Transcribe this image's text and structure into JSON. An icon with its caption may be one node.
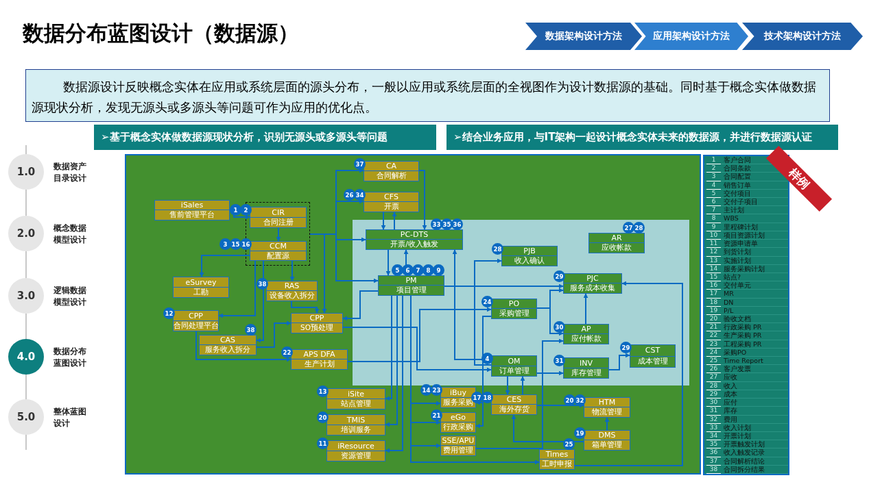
{
  "diagram": {
    "title": "数据分布蓝图设计（数据源）",
    "nodes": [
      {
        "text": [
          "数据架构设计方法"
        ]
      },
      {
        "text": [
          "应用架构设计方法"
        ]
      },
      {
        "text": [
          "技术架构设计方法"
        ]
      },
      {
        "text": [
          "数据源设计反映概念实体在应用或系统层面的源头分布，一般以应用或系统层面的全视图作为设计数据源的基础。同时基于概念实体做数据源现状分析，发现无源头或多源头等问题可作为应用的优化点。"
        ]
      },
      {
        "text": [
          "➢基于概念实体做数据源现状分析，识别无源头或多源头等问题"
        ]
      },
      {
        "text": [
          "➢结合业务应用，与IT架构一起设计概念实体未来的数据源，并进行数据源认证"
        ]
      },
      {
        "text": [
          "1.0"
        ],
        "beside": [
          "数据资产目录设计"
        ]
      },
      {
        "text": [
          "2.0"
        ],
        "beside": [
          "概念数据模型设计"
        ]
      },
      {
        "text": [
          "3.0"
        ],
        "beside": [
          "逻辑数据模型设计"
        ]
      },
      {
        "text": [
          "4.0"
        ],
        "beside": [
          "数据分布蓝图设计"
        ]
      },
      {
        "text": [
          "5.0"
        ],
        "beside": [
          "整体蓝图设计"
        ]
      },
      {
        "text": [],
        "shape": "box"
      },
      {
        "text": [],
        "shape": "box",
        "in": 11
      },
      {
        "text": [],
        "shape": "box",
        "in": 11
      },
      {
        "text": [
          "CA",
          "合同解析"
        ],
        "beside": [
          "37"
        ],
        "in": 11
      },
      {
        "text": [
          "CFS",
          "开票"
        ],
        "beside": [
          "26",
          "34"
        ],
        "in": 11
      },
      {
        "text": [
          "iSales",
          "售前管理平台"
        ],
        "in": 11
      },
      {
        "text": [
          "CIR",
          "合同注册"
        ],
        "beside": [
          "1",
          "2"
        ],
        "in": 13
      },
      {
        "text": [
          "CCM",
          "配置源"
        ],
        "beside": [
          "3",
          "15",
          "16"
        ],
        "in": 13
      },
      {
        "text": [
          "PC-DTS",
          "开票/收入触发"
        ],
        "beside": [
          "33",
          "35",
          "36"
        ],
        "in": 12
      },
      {
        "text": [
          "AR",
          "应收帐款"
        ],
        "beside": [
          "27",
          "28"
        ],
        "in": 12
      },
      {
        "text": [
          "PJB",
          "收入确认"
        ],
        "beside": [
          "28"
        ],
        "in": 12
      },
      {
        "text": [
          "eSurvey",
          "工勘"
        ],
        "in": 11
      },
      {
        "text": [
          "RAS",
          "设备收入拆分"
        ],
        "beside": [
          "38"
        ],
        "in": 11
      },
      {
        "text": [
          "PM",
          "项目管理"
        ],
        "beside": [
          "5",
          "6",
          "7",
          "8",
          "9"
        ],
        "in": 12
      },
      {
        "text": [
          "PJC",
          "服务成本收集"
        ],
        "beside": [
          "29"
        ],
        "in": 12
      },
      {
        "text": [
          "PO",
          "采购管理"
        ],
        "beside": [
          "24"
        ],
        "in": 12
      },
      {
        "text": [
          "CPP",
          "合同处理平台"
        ],
        "beside": [
          "12"
        ],
        "in": 11
      },
      {
        "text": [
          "CPP",
          "SO预处理"
        ],
        "in": 11
      },
      {
        "text": [
          "AP",
          "应付帐款"
        ],
        "beside": [
          "30"
        ],
        "in": 12
      },
      {
        "text": [
          "CAS",
          "服务收入拆分"
        ],
        "beside": [
          "38"
        ],
        "in": 11
      },
      {
        "text": [
          "CST",
          "成本管理"
        ],
        "beside": [
          "29"
        ],
        "in": 12
      },
      {
        "text": [
          "APS DFA",
          "生产计划"
        ],
        "beside": [
          "22"
        ],
        "in": 11
      },
      {
        "text": [
          "OM",
          "订单管理"
        ],
        "beside": [
          "4"
        ],
        "in": 12
      },
      {
        "text": [
          "INV",
          "库存管理"
        ],
        "beside": [
          "31"
        ],
        "in": 12
      },
      {
        "text": [
          "iSite",
          "站点管理"
        ],
        "beside": [
          "13"
        ],
        "in": 11
      },
      {
        "text": [
          "iBuy",
          "服务采购"
        ],
        "beside": [
          "14",
          "23"
        ],
        "in": 11
      },
      {
        "text": [
          "HTM",
          "物流管理"
        ],
        "beside": [
          "20",
          "32"
        ],
        "in": 11
      },
      {
        "text": [
          "CES",
          "海外存货"
        ],
        "beside": [
          "17",
          "18"
        ],
        "in": 11
      },
      {
        "text": [
          "eGo",
          "行政采购"
        ],
        "beside": [
          "21"
        ],
        "in": 11
      },
      {
        "text": [
          "TMIS",
          "培训服务"
        ],
        "beside": [
          "20"
        ],
        "in": 11
      },
      {
        "text": [
          "DMS",
          "箱单管理"
        ],
        "beside": [
          "19"
        ],
        "in": 11
      },
      {
        "text": [
          "SSE/APU",
          "费用管理"
        ],
        "in": 11
      },
      {
        "text": [
          "iResource",
          "资源管理"
        ],
        "beside": [
          "11"
        ],
        "in": 11
      },
      {
        "text": [
          "Times",
          "工时申报"
        ],
        "beside": [
          "25"
        ],
        "in": 11
      }
    ],
    "edges": [
      {
        "from": 6,
        "to": 7,
        "arrow": "none",
        "color": "#c8c8c8"
      },
      {
        "from": 7,
        "to": 8,
        "arrow": "none",
        "color": "#c8c8c8"
      },
      {
        "from": 8,
        "to": 9,
        "arrow": "none",
        "color": "#c8c8c8"
      },
      {
        "from": 9,
        "to": 10,
        "arrow": "none",
        "color": "#c8c8c8"
      },
      {
        "from": 16,
        "to": 17,
        "arrow": "to"
      },
      {
        "from": 17,
        "to": 18,
        "arrow": "to"
      },
      {
        "from": 18,
        "to": 22,
        "arrow": "to"
      },
      {
        "from": 18,
        "to": 23,
        "arrow": "to"
      },
      {
        "from": 18,
        "to": 27,
        "arrow": "to"
      },
      {
        "from": 18,
        "to": 30,
        "arrow": "to"
      },
      {
        "from": 23,
        "to": 28,
        "arrow": "to"
      },
      {
        "from": 13,
        "to": 28,
        "arrow": "to"
      },
      {
        "from": 13,
        "to": 14,
        "arrow": "to"
      },
      {
        "from": 13,
        "to": 15,
        "arrow": "to"
      },
      {
        "from": 13,
        "to": 19,
        "arrow": "to"
      },
      {
        "from": 13,
        "to": 24,
        "arrow": "to"
      },
      {
        "from": 30,
        "to": 28,
        "arrow": "to"
      },
      {
        "from": 27,
        "to": 32,
        "arrow": "to"
      },
      {
        "from": 14,
        "to": 19,
        "arrow": "to"
      },
      {
        "from": 15,
        "to": 19,
        "arrow": "to"
      },
      {
        "from": 19,
        "to": 15,
        "arrow": "to"
      },
      {
        "from": 19,
        "to": 24,
        "arrow": "to"
      },
      {
        "from": 24,
        "to": 19,
        "arrow": "to"
      },
      {
        "from": 24,
        "to": 25,
        "arrow": "to"
      },
      {
        "from": 24,
        "to": 28,
        "arrow": "to"
      },
      {
        "from": 24,
        "to": 35,
        "arrow": "to"
      },
      {
        "from": 24,
        "to": 40,
        "arrow": "to"
      },
      {
        "from": 24,
        "to": 43,
        "arrow": "to"
      },
      {
        "from": 33,
        "to": 19,
        "arrow": "to"
      },
      {
        "from": 33,
        "to": 21,
        "arrow": "to"
      },
      {
        "from": 26,
        "to": 25,
        "arrow": "to"
      },
      {
        "from": 26,
        "to": 29,
        "arrow": "to"
      },
      {
        "from": 29,
        "to": 25,
        "arrow": "to"
      },
      {
        "from": 34,
        "to": 31,
        "arrow": "to"
      },
      {
        "from": 44,
        "to": 25,
        "arrow": "to"
      },
      {
        "from": 33,
        "to": 34,
        "arrow": "to"
      },
      {
        "from": 33,
        "to": 38,
        "arrow": "to"
      },
      {
        "from": 38,
        "to": 33,
        "arrow": "to"
      },
      {
        "from": 38,
        "to": 37,
        "arrow": "to"
      },
      {
        "from": 41,
        "to": 37,
        "arrow": "to"
      },
      {
        "from": 41,
        "to": 38,
        "arrow": "to"
      },
      {
        "from": 32,
        "to": 26,
        "arrow": "to"
      },
      {
        "from": 26,
        "to": 36,
        "arrow": "to"
      },
      {
        "from": 26,
        "to": 39,
        "arrow": "to"
      },
      {
        "from": 24,
        "to": 36,
        "arrow": "to"
      },
      {
        "from": 24,
        "to": 39,
        "arrow": "to"
      },
      {
        "from": 24,
        "to": 42,
        "arrow": "to"
      },
      {
        "from": 24,
        "to": 44,
        "arrow": "to"
      },
      {
        "from": 28,
        "to": 33,
        "arrow": "to"
      },
      {
        "from": 42,
        "to": 29,
        "arrow": "to"
      }
    ],
    "labels": [
      "样例",
      "1",
      "客户合同",
      "2",
      "合同条款",
      "3",
      "合同配置",
      "4",
      "销售订单",
      "5",
      "交付项目",
      "6",
      "交付子项目",
      "7",
      "主计划",
      "8",
      "WBS",
      "9",
      "里程碑计划",
      "10",
      "项目资源计划",
      "11",
      "资源申请单",
      "12",
      "到货计划",
      "13",
      "实施计划",
      "14",
      "服务采购计划",
      "15",
      "站点?",
      "16",
      "交付单元",
      "17",
      "MR",
      "18",
      "DN",
      "19",
      "P/L",
      "20",
      "验收文档",
      "21",
      "行政采购 PR",
      "22",
      "生产采购 PR",
      "23",
      "工程采购 PR",
      "24",
      "采购PO",
      "25",
      "Time Report",
      "26",
      "客户发票",
      "27",
      "应收",
      "28",
      "收入",
      "29",
      "成本",
      "30",
      "应付",
      "31",
      "库存",
      "32",
      "费用",
      "33",
      "收入计划",
      "34",
      "开票计划",
      "35",
      "开票触发计划",
      "36",
      "收入触发记录",
      "37",
      "合同解析结论",
      "38",
      "合同拆分结果"
    ]
  }
}
